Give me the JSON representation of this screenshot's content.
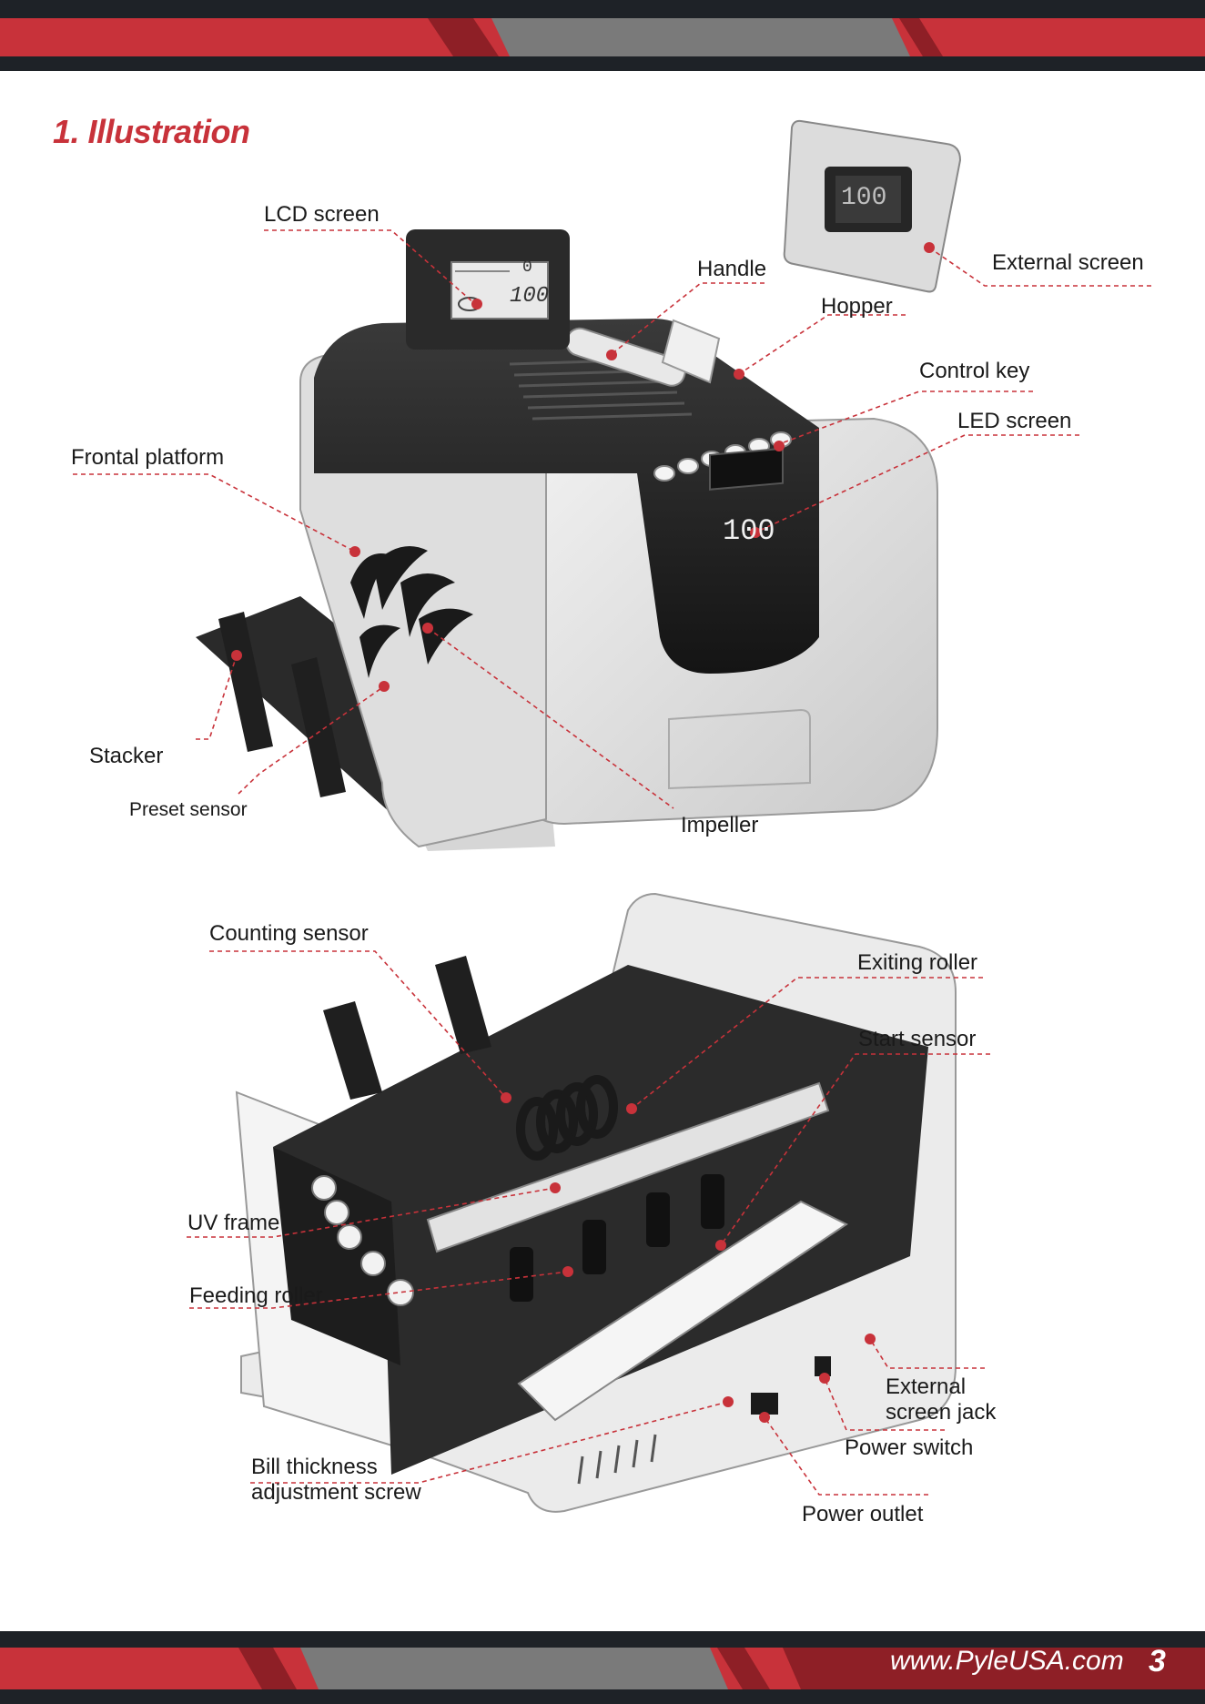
{
  "section": {
    "title": "1. Illustration"
  },
  "colors": {
    "accent_red": "#c8323a",
    "band_dark": "#1e2227",
    "band_grey": "#7a7a7a",
    "leader": "#c8323a"
  },
  "figure_top": {
    "labels": {
      "lcd_screen": "LCD screen",
      "handle": "Handle",
      "external_screen": "External screen",
      "hopper": "Hopper",
      "control_key": "Control key",
      "led_screen": "LED screen",
      "frontal_platform": "Frontal platform",
      "stacker": "Stacker",
      "preset_sensor": "Preset sensor",
      "impeller": "Impeller"
    },
    "lcd_display": {
      "top_value": "0",
      "main_value": "100"
    },
    "led_display": "100",
    "external_display": "100"
  },
  "figure_bottom": {
    "labels": {
      "counting_sensor": "Counting sensor",
      "exiting_roller": "Exiting roller",
      "start_sensor": "Start sensor",
      "uv_frame": "UV frame",
      "feeding_roller": "Feeding roller",
      "external_screen_jack": "External screen jack",
      "power_switch": "Power switch",
      "bill_thickness_adjustment_screw": "Bill thickness adjustment screw",
      "power_outlet": "Power outlet"
    }
  },
  "footer": {
    "url": "www.PyleUSA.com",
    "page_number": "3"
  }
}
